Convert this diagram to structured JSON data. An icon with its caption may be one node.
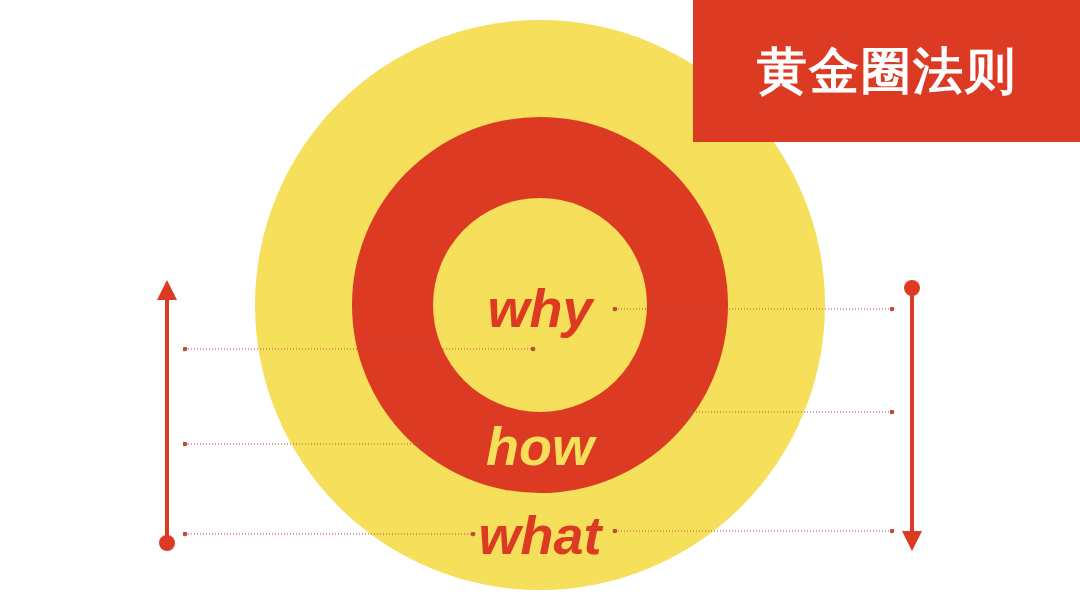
{
  "diagram": {
    "title": "黄金圈法则",
    "nodes": [
      {
        "text": [
          "what"
        ]
      },
      {
        "text": [
          "how"
        ],
        "in": 0
      },
      {
        "text": [
          "why"
        ],
        "in": 1
      }
    ],
    "edges": [
      {
        "from": null,
        "to": 2,
        "arrow": "other"
      },
      {
        "from": null,
        "to": 1,
        "arrow": "other"
      },
      {
        "from": null,
        "to": 0,
        "arrow": "other"
      },
      {
        "from": null,
        "to": 2,
        "arrow": "other"
      },
      {
        "from": null,
        "to": 1,
        "arrow": "other"
      },
      {
        "from": null,
        "to": 0,
        "arrow": "other"
      }
    ]
  }
}
